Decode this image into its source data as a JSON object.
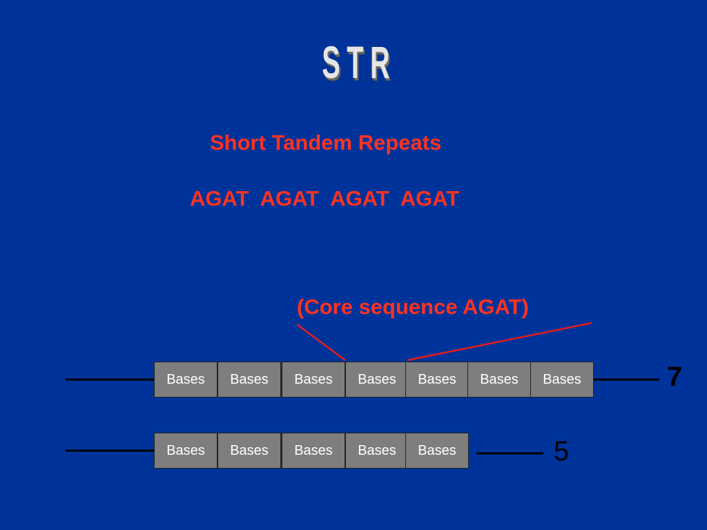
{
  "title": "STR",
  "subtitle": "Short Tandem Repeats",
  "sequence": "AGAT  AGAT  AGAT  AGAT",
  "core_label": "(Core sequence AGAT)",
  "colors": {
    "background": "#00339a",
    "accent_text": "#ff3320",
    "box_fill": "#7e7e7e",
    "box_text": "#ffffff"
  },
  "allele_a": {
    "boxes": [
      "Bases",
      "Bases",
      "Bases",
      "Bases",
      "Bases",
      "Bases",
      "Bases"
    ],
    "count": "7"
  },
  "allele_b": {
    "boxes": [
      "Bases",
      "Bases",
      "Bases",
      "Bases",
      "Bases"
    ],
    "count": "5"
  }
}
